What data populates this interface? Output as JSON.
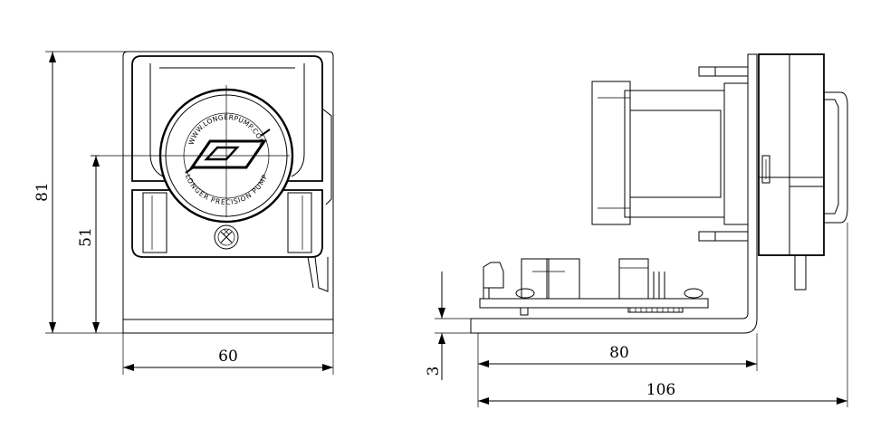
{
  "drawing": {
    "dimensions": {
      "front_height": "81",
      "front_shaft_height": "51",
      "front_width": "60",
      "base_thickness": "3",
      "side_base_length": "80",
      "side_total_length": "106"
    },
    "logo": {
      "website": "WWW.LONGERPUMP.COM",
      "brand": "LONGER PRECISION PUMP"
    }
  }
}
